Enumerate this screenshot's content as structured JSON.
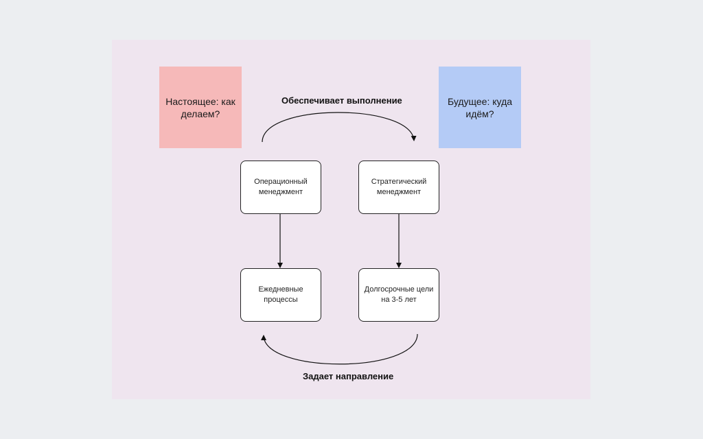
{
  "diagram": {
    "sticky_present": "Настоящее: как делаем?",
    "sticky_future": "Будущее: куда идём?",
    "label_top": "Обеспечивает выполнение",
    "label_bottom": "Задает направление",
    "boxes": {
      "operational": "Операционный менеджмент",
      "strategic": "Стратегический менеджмент",
      "daily": "Ежедневные процессы",
      "goals": "Долгосрочные цели на 3-5 лет"
    },
    "colors": {
      "background": "#eceef1",
      "canvas": "#efe5ef",
      "sticky_present": "#f6b9b9",
      "sticky_future": "#b4cbf6",
      "box_border": "#222222"
    }
  }
}
